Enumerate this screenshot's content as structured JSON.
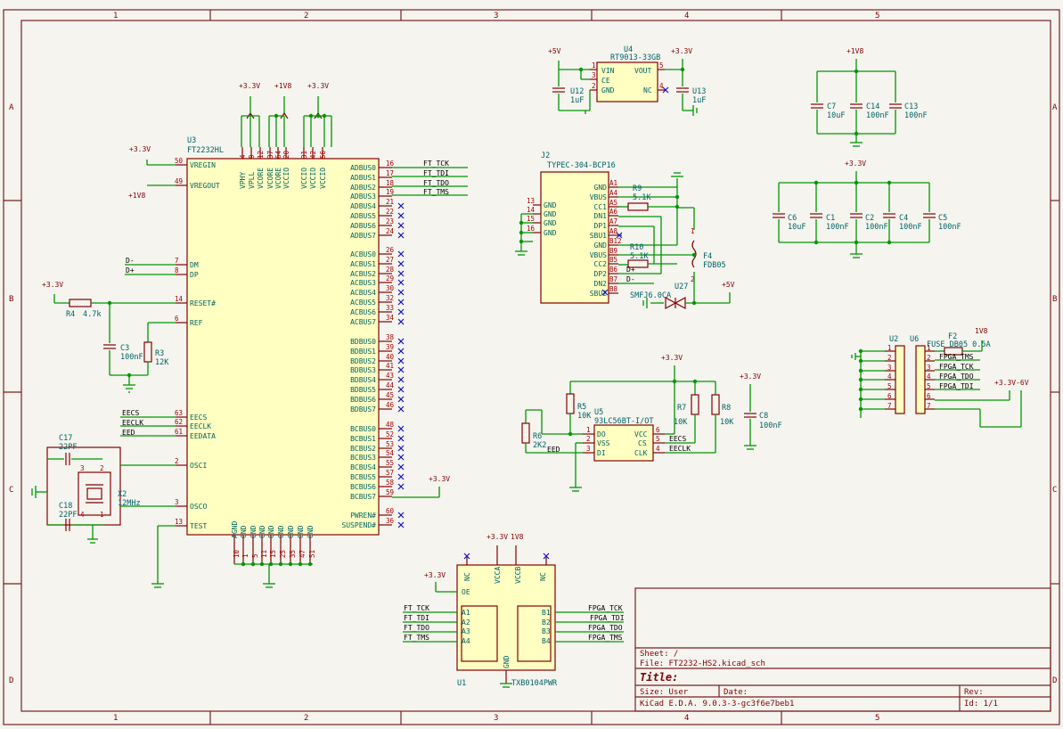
{
  "frame": {
    "cols": [
      "1",
      "2",
      "3",
      "4",
      "5"
    ],
    "rows": [
      "A",
      "B",
      "C",
      "D"
    ]
  },
  "title_block": {
    "sheet": "Sheet: /",
    "file": "File: FT2232-HS2.kicad_sch",
    "title": "Title:",
    "size": "Size: User",
    "date": "Date:",
    "rev": "Rev:",
    "tool": "KiCad E.D.A. 9.0.3-3-gc3f6e7beb1",
    "id": "Id: 1/1"
  },
  "power": {
    "p5v": "+5V",
    "p3v3": "+3.3V",
    "p1v8": "+1V8",
    "p1v8b": "1V8",
    "p3v3_6v": "+3.3V-6V"
  },
  "u3": {
    "ref": "U3",
    "value": "FT2232HL",
    "top_pins": [
      {
        "name": "VPHY",
        "num": "4"
      },
      {
        "name": "VPLL",
        "num": "9"
      },
      {
        "name": "VCORE",
        "num": "12"
      },
      {
        "name": "VCORE",
        "num": "37"
      },
      {
        "name": "VCORE",
        "num": "64"
      },
      {
        "name": "VCCIO",
        "num": "20"
      },
      {
        "name": "VCCIO",
        "num": "31"
      },
      {
        "name": "VCCIO",
        "num": "42"
      },
      {
        "name": "VCCIO",
        "num": "56"
      }
    ],
    "left_pins": [
      {
        "name": "VREGIN",
        "num": "50"
      },
      {
        "name": "VREGOUT",
        "num": "49"
      },
      {
        "name": "DM",
        "num": "7"
      },
      {
        "name": "DP",
        "num": "8"
      },
      {
        "name": "RESET#",
        "num": "14"
      },
      {
        "name": "REF",
        "num": "6"
      },
      {
        "name": "EECS",
        "num": "63"
      },
      {
        "name": "EECLK",
        "num": "62"
      },
      {
        "name": "EEDATA",
        "num": "61"
      },
      {
        "name": "OSCI",
        "num": "2"
      },
      {
        "name": "OSCO",
        "num": "3"
      },
      {
        "name": "TEST",
        "num": "13"
      }
    ],
    "right_pins": [
      {
        "name": "ADBUS0",
        "num": "16"
      },
      {
        "name": "ADBUS1",
        "num": "17"
      },
      {
        "name": "ADBUS2",
        "num": "18"
      },
      {
        "name": "ADBUS3",
        "num": "19"
      },
      {
        "name": "ADBUS4",
        "num": "21"
      },
      {
        "name": "ADBUS5",
        "num": "22"
      },
      {
        "name": "ADBUS6",
        "num": "23"
      },
      {
        "name": "ADBUS7",
        "num": "24"
      },
      {
        "name": "ACBUS0",
        "num": "26"
      },
      {
        "name": "ACBUS1",
        "num": "27"
      },
      {
        "name": "ACBUS2",
        "num": "28"
      },
      {
        "name": "ACBUS3",
        "num": "29"
      },
      {
        "name": "ACBUS4",
        "num": "30"
      },
      {
        "name": "ACBUS5",
        "num": "32"
      },
      {
        "name": "ACBUS6",
        "num": "33"
      },
      {
        "name": "ACBUS7",
        "num": "34"
      },
      {
        "name": "BDBUS0",
        "num": "38"
      },
      {
        "name": "BDBUS1",
        "num": "39"
      },
      {
        "name": "BDBUS2",
        "num": "40"
      },
      {
        "name": "BDBUS3",
        "num": "41"
      },
      {
        "name": "BDBUS4",
        "num": "43"
      },
      {
        "name": "BDBUS5",
        "num": "44"
      },
      {
        "name": "BDBUS6",
        "num": "45"
      },
      {
        "name": "BDBUS7",
        "num": "46"
      },
      {
        "name": "BCBUS0",
        "num": "48"
      },
      {
        "name": "BCBUS1",
        "num": "52"
      },
      {
        "name": "BCBUS2",
        "num": "53"
      },
      {
        "name": "BCBUS3",
        "num": "54"
      },
      {
        "name": "BCBUS4",
        "num": "55"
      },
      {
        "name": "BCBUS5",
        "num": "57"
      },
      {
        "name": "BCBUS6",
        "num": "58"
      },
      {
        "name": "BCBUS7",
        "num": "59"
      },
      {
        "name": "PWREN#",
        "num": "60"
      },
      {
        "name": "SUSPEND#",
        "num": "36"
      }
    ],
    "bottom_pins": [
      {
        "name": "AGND",
        "num": "10"
      },
      {
        "name": "GND",
        "num": "1"
      },
      {
        "name": "GND",
        "num": "5"
      },
      {
        "name": "GND",
        "num": "11"
      },
      {
        "name": "GND",
        "num": "15"
      },
      {
        "name": "GND",
        "num": "25"
      },
      {
        "name": "GND",
        "num": "35"
      },
      {
        "name": "GND",
        "num": "47"
      },
      {
        "name": "GND",
        "num": "51"
      }
    ]
  },
  "net_labels": {
    "ft_tck": "FT_TCK",
    "ft_tdi": "FT_TDI",
    "ft_tdo": "FT_TDO",
    "ft_tms": "FT_TMS",
    "dm": "D-",
    "dp": "D+",
    "eecs": "EECS",
    "eeclk": "EECLK",
    "eed": "EED",
    "fpga_tck": "FPGA_TCK",
    "fpga_tdi": "FPGA_TDI",
    "fpga_tdo": "FPGA_TDO",
    "fpga_tms": "FPGA_TMS"
  },
  "parts": {
    "r4": {
      "ref": "R4",
      "value": "4.7k"
    },
    "c3": {
      "ref": "C3",
      "value": "100nF"
    },
    "r3": {
      "ref": "R3",
      "value": "12K"
    },
    "c17": {
      "ref": "C17",
      "value": "22PF"
    },
    "c18": {
      "ref": "C18",
      "value": "22PF"
    },
    "x2": {
      "ref": "X2",
      "value": "12MHz"
    },
    "u4": {
      "ref": "U4",
      "value": "RT9013-33GB",
      "pins": [
        "VIN",
        "CE",
        "GND",
        "VOUT",
        "NC"
      ]
    },
    "u12": {
      "ref": "U12",
      "value": "1uF"
    },
    "u13": {
      "ref": "U13",
      "value": "1uF"
    },
    "c7": {
      "ref": "C7",
      "value": "10uF"
    },
    "c14": {
      "ref": "C14",
      "value": "100nF"
    },
    "c13": {
      "ref": "C13",
      "value": "100nF"
    },
    "c6": {
      "ref": "C6",
      "value": "10uF"
    },
    "c1": {
      "ref": "C1",
      "value": "100nF"
    },
    "c2": {
      "ref": "C2",
      "value": "100nF"
    },
    "c4": {
      "ref": "C4",
      "value": "100nF"
    },
    "c5": {
      "ref": "C5",
      "value": "100nF"
    },
    "j2": {
      "ref": "J2",
      "value": "TYPEC-304-BCP16",
      "left_pins": [
        "GND",
        "GND",
        "GND",
        "GND"
      ],
      "left_nums": [
        "13",
        "14",
        "15",
        "16"
      ],
      "right_pins": [
        "GND",
        "VBUS",
        "CC1",
        "DN1",
        "DP1",
        "SBU1",
        "GND",
        "VBUS",
        "CC2",
        "DP2",
        "DN2",
        "SBU2"
      ],
      "right_nums": [
        "A1",
        "A4",
        "A5",
        "A6",
        "A7",
        "A8",
        "B12",
        "B9",
        "B5",
        "B6",
        "B7",
        "B8"
      ]
    },
    "r9": {
      "ref": "R9",
      "value": "5.1K"
    },
    "r10": {
      "ref": "R10",
      "value": "5.1K"
    },
    "f4": {
      "ref": "F4",
      "value": "FDB05"
    },
    "u27": {
      "ref": "U27",
      "value": "SMFJ6.0CA"
    },
    "u5": {
      "ref": "U5",
      "value": "93LC56BT-I/OT",
      "pins": [
        "DO",
        "VSS",
        "DI",
        "VCC",
        "CS",
        "CLK"
      ]
    },
    "r5": {
      "ref": "R5",
      "value": "10K"
    },
    "r6": {
      "ref": "R6",
      "value": "2K2"
    },
    "r7": {
      "ref": "R7",
      "value": "10K"
    },
    "r8": {
      "ref": "R8",
      "value": "10K"
    },
    "c8": {
      "ref": "C8",
      "value": "100nF"
    },
    "u2": {
      "ref": "U2"
    },
    "u6": {
      "ref": "U6"
    },
    "f2": {
      "ref": "F2",
      "value": "FUSE DB05 0.5A"
    },
    "u1": {
      "ref": "U1",
      "value": "TXB0104PWR",
      "pins": [
        "OE",
        "A1",
        "A2",
        "A3",
        "A4",
        "B1",
        "B2",
        "B3",
        "B4",
        "VCCA",
        "VCCB",
        "NC",
        "GND"
      ]
    }
  }
}
